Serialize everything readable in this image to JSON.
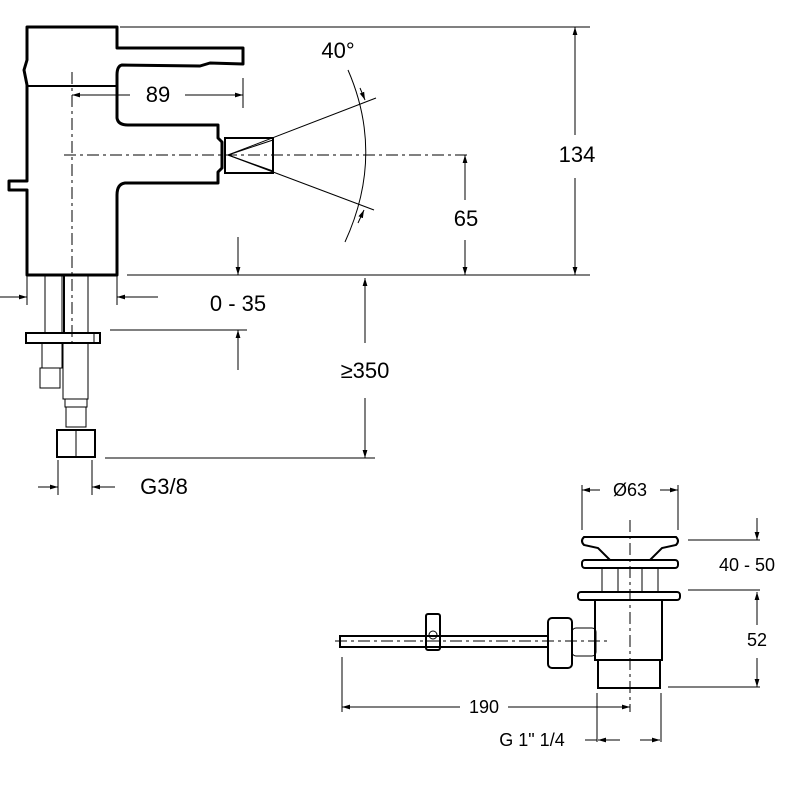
{
  "faucet": {
    "dimensions": {
      "lever_reach": "89",
      "spray_angle": "40°",
      "total_height": "134",
      "spout_height": "65",
      "deck_thickness": "0 - 35",
      "hose_length": "≥350",
      "connection_thread": "G3/8"
    }
  },
  "drain": {
    "dimensions": {
      "diameter": "Ø63",
      "pop_up_range": "40 - 50",
      "body_height": "52",
      "rod_length": "190",
      "outlet_thread": "G 1\" 1/4"
    }
  }
}
